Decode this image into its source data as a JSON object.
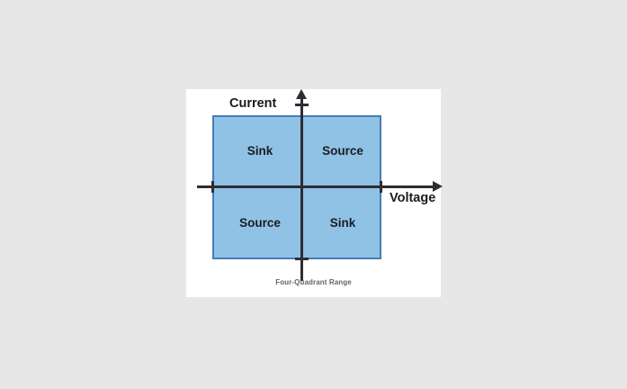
{
  "figure": {
    "caption": "Four-Quadrant Range",
    "axes": {
      "y_label": "Current",
      "x_label": "Voltage",
      "y_arrow_icon": "arrow-up-icon",
      "x_arrow_icon": "arrow-right-icon"
    },
    "quadrants": [
      {
        "position": "upper-left",
        "label": "Sink"
      },
      {
        "position": "upper-right",
        "label": "Source"
      },
      {
        "position": "lower-left",
        "label": "Source"
      },
      {
        "position": "lower-right",
        "label": "Sink"
      }
    ],
    "ticks": [
      {
        "name": "tick-left",
        "axis": "voltage"
      },
      {
        "name": "tick-right",
        "axis": "voltage"
      },
      {
        "name": "tick-top",
        "axis": "current"
      },
      {
        "name": "tick-bottom",
        "axis": "current"
      }
    ]
  },
  "colors": {
    "page_background": "#e7e7e7",
    "card_background": "#ffffff",
    "quadrant_fill": "#8fc2e5",
    "quadrant_border": "#4a7cb5",
    "axis": "#2d2d34",
    "text": "#1b1b1f",
    "caption_text": "#4e4e52"
  }
}
